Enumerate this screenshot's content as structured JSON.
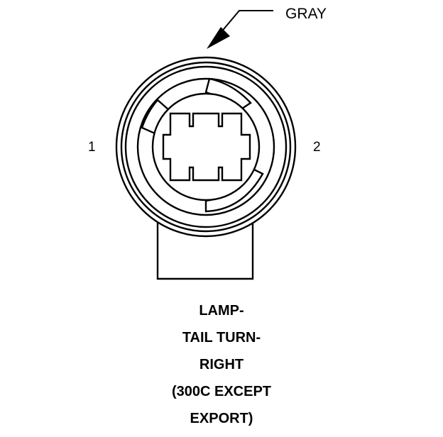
{
  "connector": {
    "color_label": "GRAY",
    "pins": [
      {
        "number": "1"
      },
      {
        "number": "2"
      }
    ],
    "title_lines": [
      "LAMP-",
      "TAIL TURN-",
      "RIGHT",
      "(300C EXCEPT",
      "EXPORT)"
    ]
  }
}
